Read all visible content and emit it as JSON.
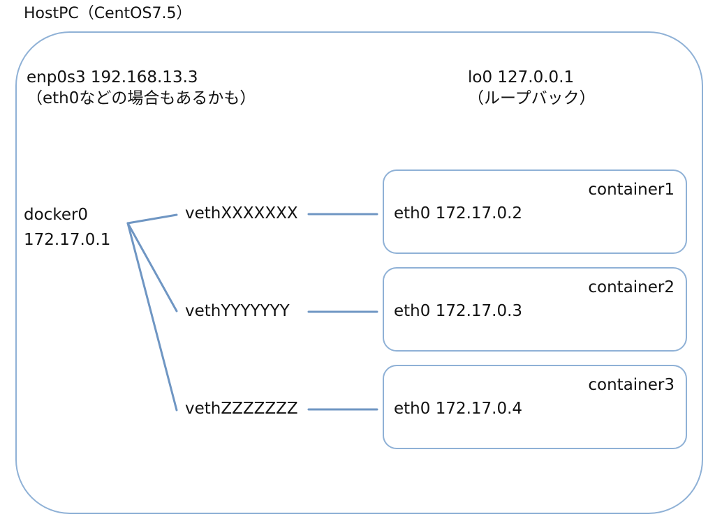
{
  "host": {
    "title": "HostPC（CentOS7.5）"
  },
  "interfaces": {
    "enp": {
      "line1": "enp0s3 192.168.13.3",
      "line2": "（eth0などの場合もあるかも）"
    },
    "lo": {
      "line1": "lo0 127.0.0.1",
      "line2": "（ループバック）"
    },
    "docker": {
      "line1": "docker0",
      "line2": "172.17.0.1"
    }
  },
  "veths": [
    {
      "name": "vethXXXXXXX"
    },
    {
      "name": "vethYYYYYYY"
    },
    {
      "name": "vethZZZZZZZ"
    }
  ],
  "containers": [
    {
      "name": "container1",
      "eth": "eth0 172.17.0.2"
    },
    {
      "name": "container2",
      "eth": "eth0 172.17.0.3"
    },
    {
      "name": "container3",
      "eth": "eth0 172.17.0.4"
    }
  ],
  "colors": {
    "frame": "#8fb1d6",
    "link": "#6f96c3"
  }
}
